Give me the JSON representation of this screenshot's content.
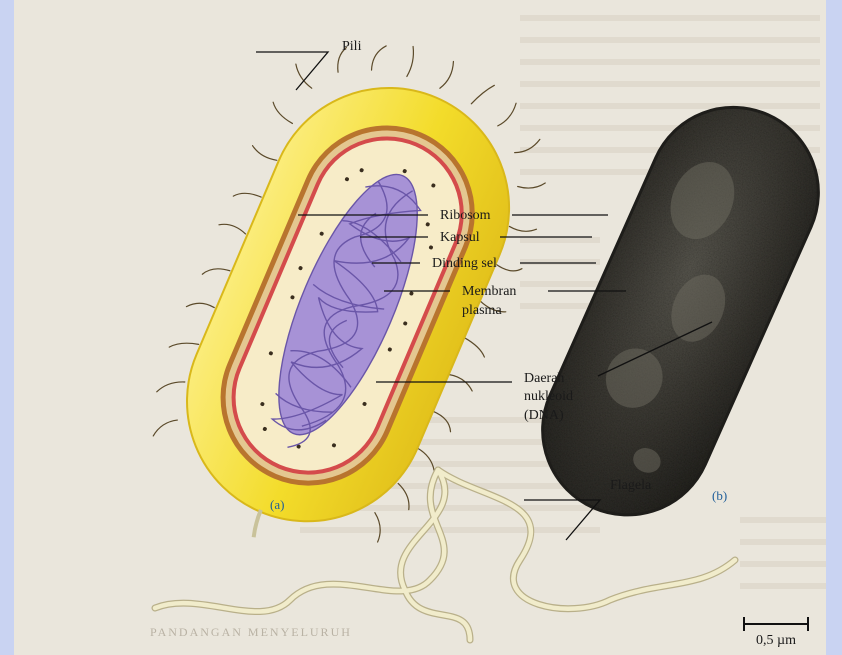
{
  "figure": {
    "panel_a": "(a)",
    "panel_b": "(b)",
    "scale_bar": "0,5 µm",
    "background_caption": "PANDANGAN MENYELURUH"
  },
  "labels": {
    "pili": "Pili",
    "ribosom": "Ribosom",
    "kapsul": "Kapsul",
    "dinding_sel": "Dinding sel",
    "membran_line1": "Membran",
    "membran_line2": "plasma",
    "nukleoid_line1": "Daerah",
    "nukleoid_line2": "nukleoid",
    "nukleoid_line3": "(DNA)",
    "flagela": "Flagela"
  },
  "colors": {
    "page_border": "#c9d3f2",
    "paper": "#eae6dc",
    "capsule_outer": "#f3dc2a",
    "capsule_inner": "#fbef9b",
    "cell_wall": "#b8742e",
    "membrane": "#d44b4b",
    "cytoplasm": "#f7ecc8",
    "nucleoid": "#8f7bc4",
    "flagellum": "#f1eccb",
    "micrograph": "#3c3a34"
  }
}
